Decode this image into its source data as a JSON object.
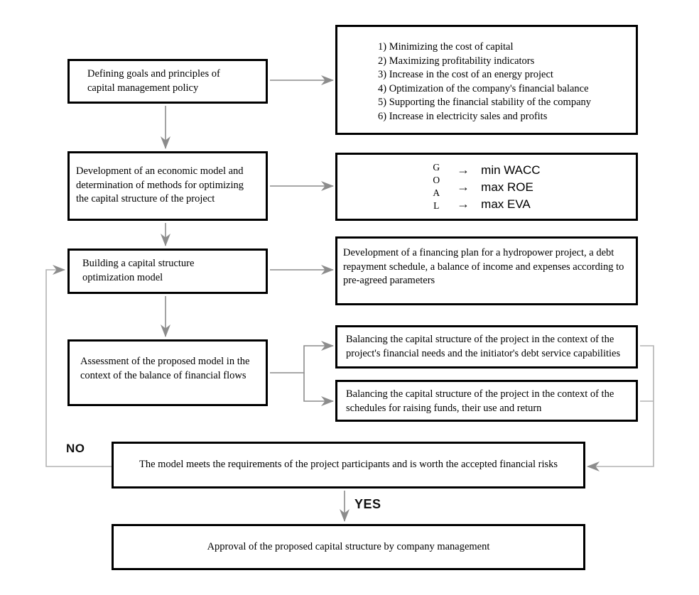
{
  "diagram": {
    "left_column": {
      "defining": "Defining goals and principles of capital management policy",
      "development": "Development of an economic model and determination of methods for optimizing the capital structure of the project",
      "building": "Building a capital structure optimization model",
      "assessment": "Assessment of the proposed model in the context of the balance of financial flows"
    },
    "right_column": {
      "goals_list": [
        "1) Minimizing the cost of capital",
        "2) Maximizing profitability indicators",
        "3) Increase in the cost of an energy project",
        "4) Optimization of the company's financial balance",
        "5) Supporting the financial stability of the company",
        "6) Increase in electricity sales and profits"
      ],
      "goal_panel": {
        "letters": [
          "G",
          "O",
          "A",
          "L"
        ],
        "arrow": "→",
        "targets": [
          "min WACC",
          "max ROE",
          "max EVA"
        ]
      },
      "financing": "Development of a financing plan for a hydropower project, a debt repayment schedule, a balance of income and expenses according to pre-agreed parameters",
      "balancing_needs": "Balancing the capital structure of the project in the context of the project's financial needs and the initiator's debt service capabilities",
      "balancing_schedules": "Balancing the capital structure of the project in the context of the schedules for raising funds, their use and return"
    },
    "decision": "The model meets the requirements of the project participants and is worth the accepted financial risks",
    "approval": "Approval of the proposed capital structure by company management",
    "labels": {
      "no": "NO",
      "yes": "YES"
    },
    "colors": {
      "border": "#000000",
      "connector_dark": "#8c8c8c",
      "connector_light": "#b3b3b3",
      "background": "#ffffff"
    }
  }
}
